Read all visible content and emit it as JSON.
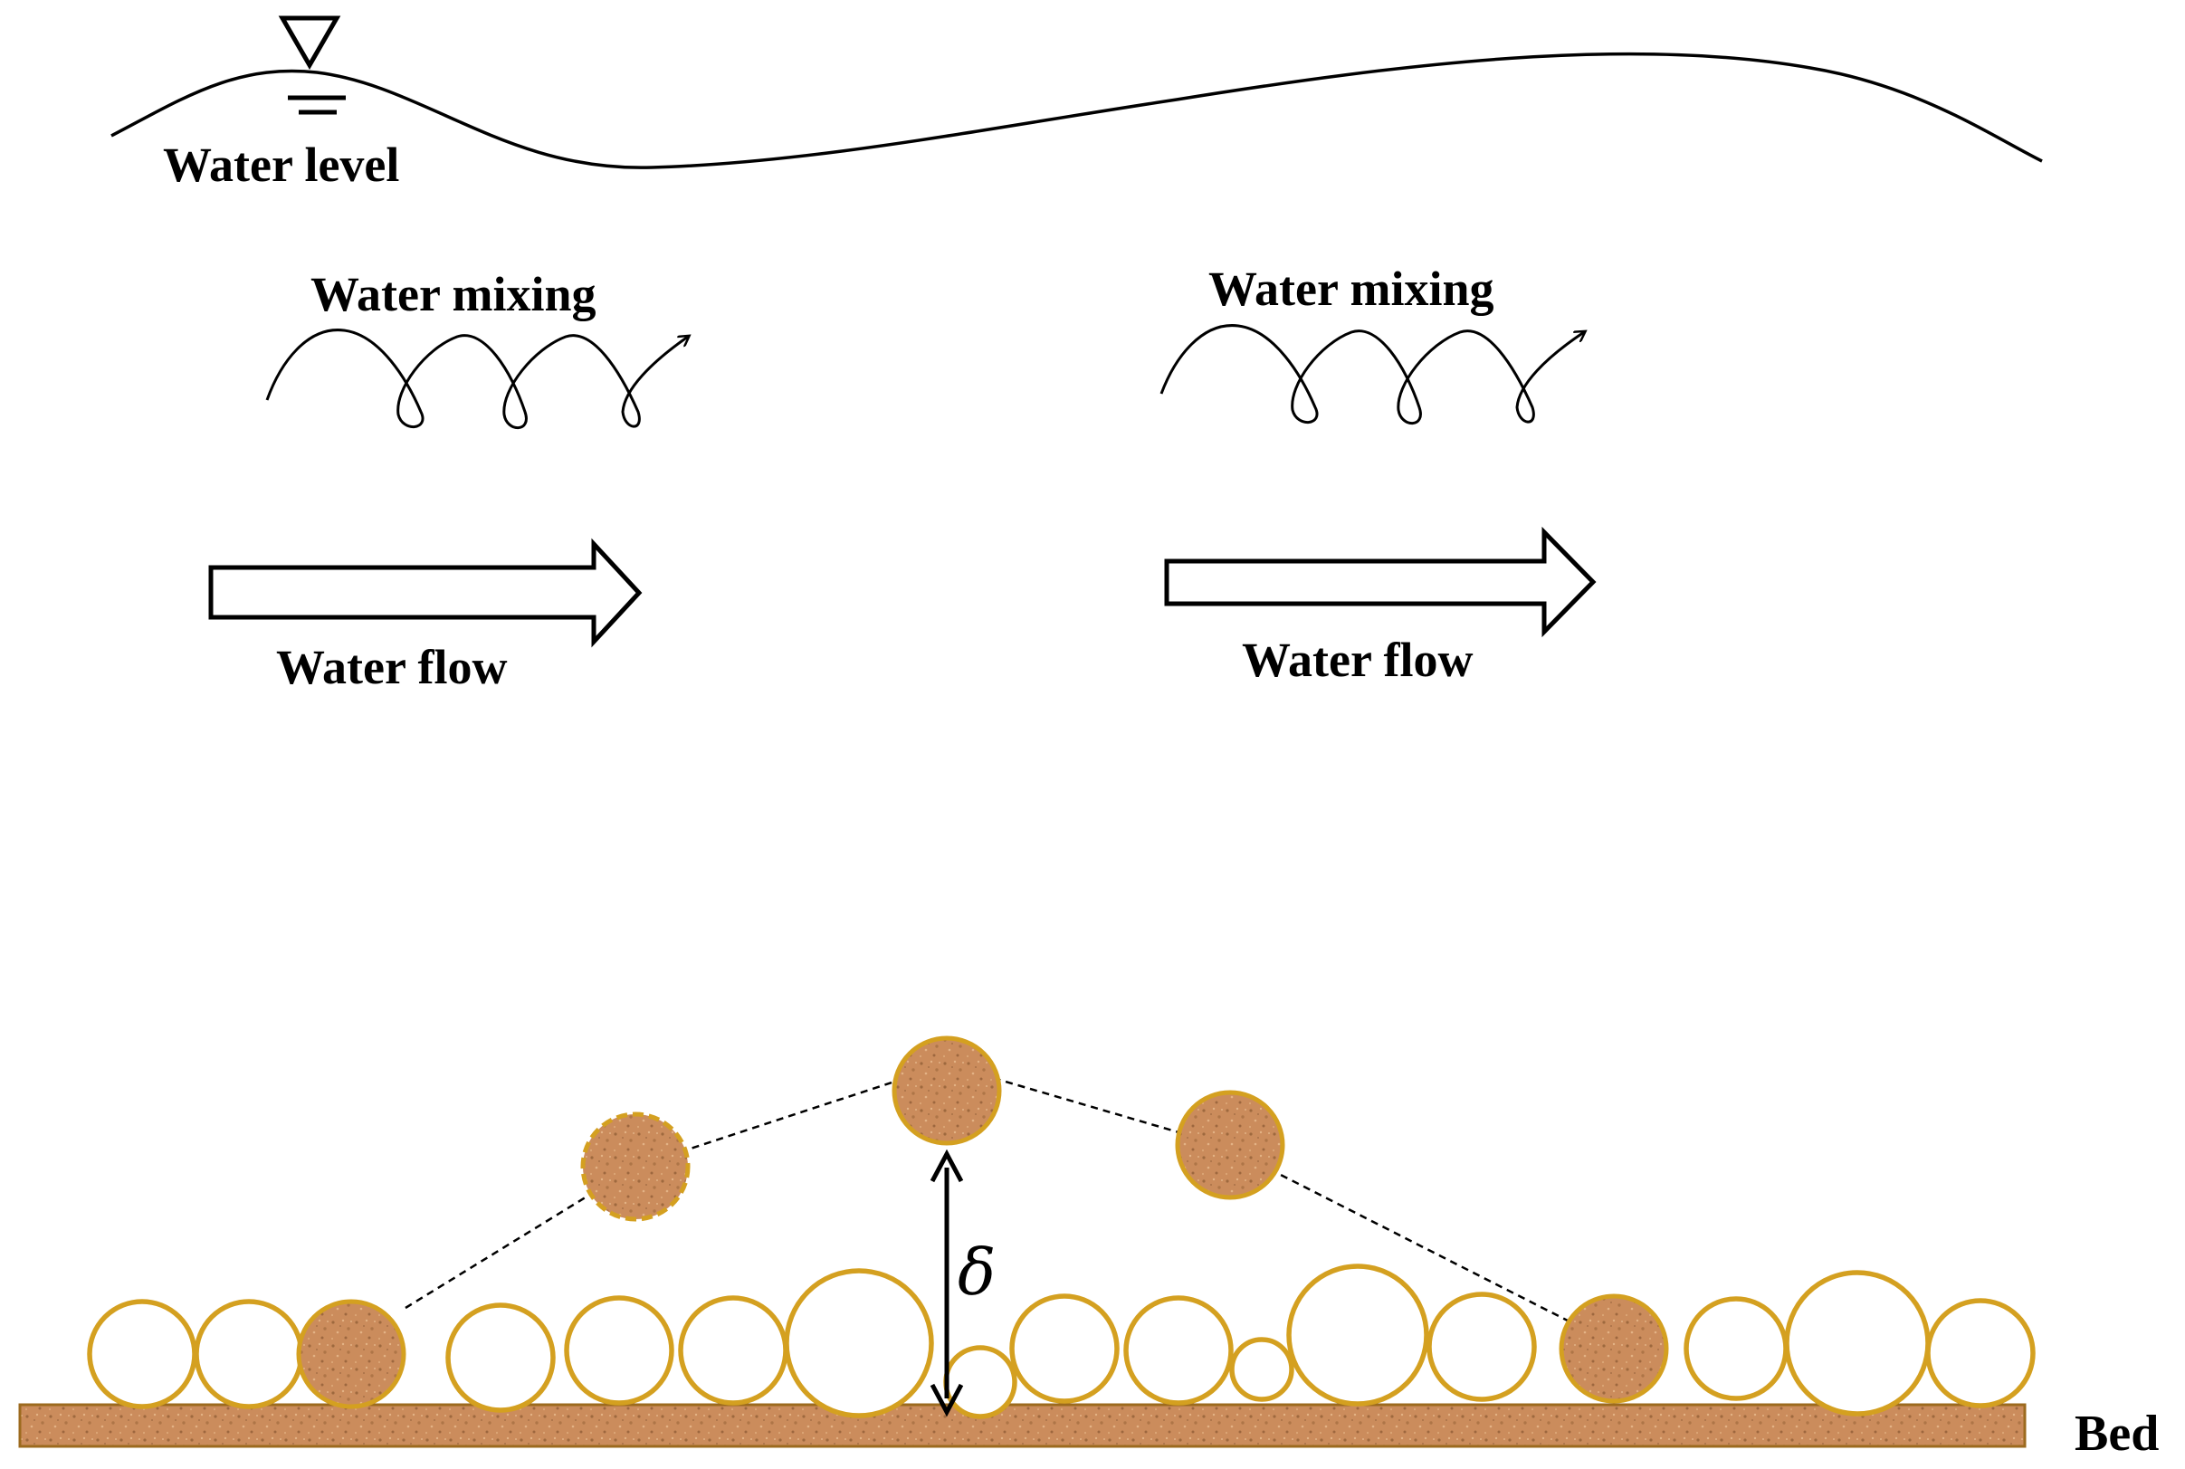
{
  "labels": {
    "water_level": "Water level",
    "mixing_left": "Water mixing",
    "mixing_right": "Water mixing",
    "flow_left": "Water flow",
    "flow_right": "Water flow",
    "delta_symbol": "δ",
    "bed": "Bed"
  },
  "colors": {
    "line": "#000000",
    "grain_outline": "#D4A020",
    "sediment_fill": "#C98B5A",
    "sediment_speck": "#8A5A32",
    "bed_fill": "#CD8E5E",
    "bed_outline": "#9C6A1E"
  },
  "icons": {
    "water_level_marker": "inverted-triangle-icon",
    "flow": "hollow-right-arrow-icon",
    "mixing": "swirl-arrow-icon"
  }
}
